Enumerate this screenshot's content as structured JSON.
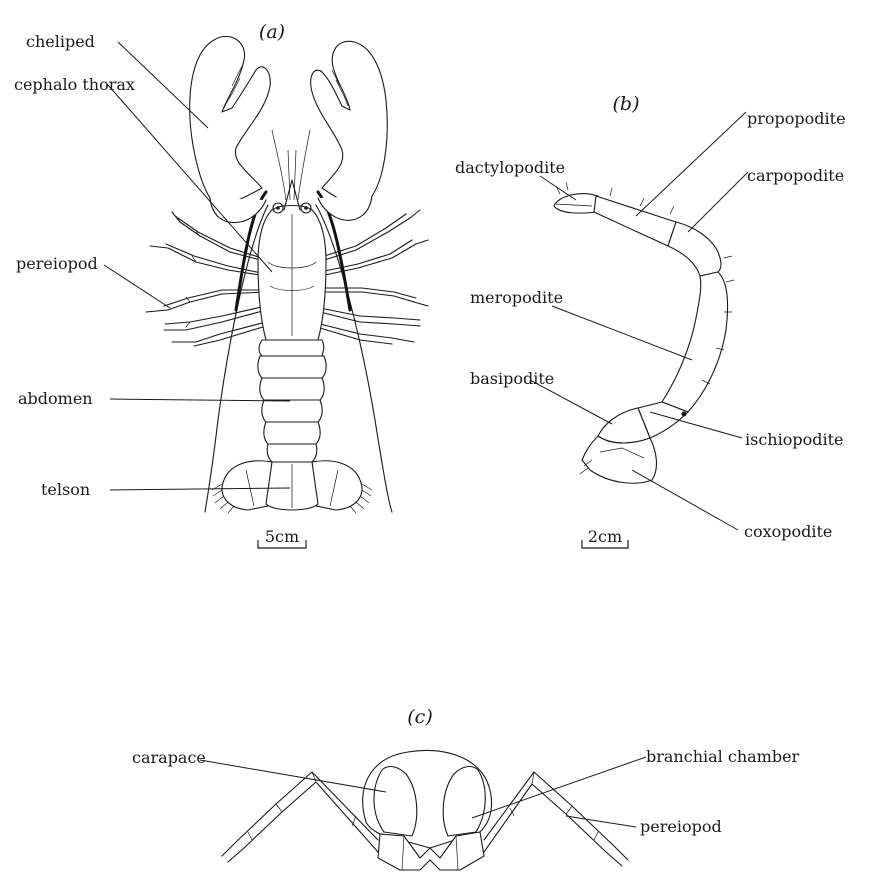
{
  "panels": {
    "a": "(a)",
    "b": "(b)",
    "c": "(c)"
  },
  "labels_a": {
    "cheliped": "cheliped",
    "cephalothorax": "cephalo thorax",
    "pereiopod": "pereiopod",
    "abdomen": "abdomen",
    "telson": "telson"
  },
  "labels_b": {
    "dactylopodite": "dactylopodite",
    "propopodite": "propopodite",
    "carpopodite": "carpopodite",
    "meropodite": "meropodite",
    "basipodite": "basipodite",
    "ischiopodite": "ischiopodite",
    "coxopodite": "coxopodite"
  },
  "labels_c": {
    "carapace": "carapace",
    "branchial_chamber": "branchial chamber",
    "pereiopod": "pereiopod"
  },
  "scale_bars": {
    "a": "5cm",
    "b": "2cm"
  }
}
